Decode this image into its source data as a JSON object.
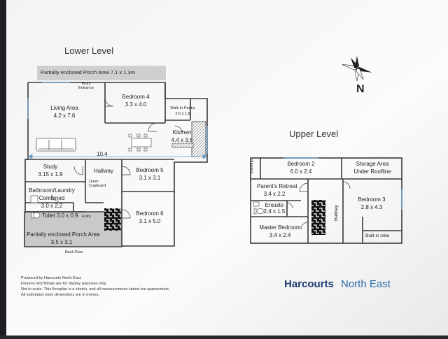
{
  "lower_level": {
    "title": "Lower Level",
    "porch_top": "Partially enclosed Porch Area 7.1 x 1.3m",
    "front_entrance": "Front\nEntrance",
    "rooms": {
      "living_name": "Living Area",
      "living_dims": "4.2 x 7.6",
      "bed4_name": "Bedroom 4",
      "bed4_dims": "3.3 x 4.0",
      "pantry_name": "Walk In Pantry",
      "pantry_dims": "2.6 x 1.8",
      "kitchen_name": "Kitchen",
      "kitchen_dims": "4.4 x 3.6",
      "study_name": "Study",
      "study_dims": "3.15 x 1.9",
      "hallway": "Hallway",
      "bed5_name": "Bedroom 5",
      "bed5_dims": "3.1 x 3.1",
      "bath_name": "Bathroom/Laundry",
      "bath_sub": "Combined",
      "bath_dims": "3.0 x 2.2",
      "linen": "Linen\nCupboard",
      "toilet": "Toilet 3.0 x 0.9",
      "entry": "Entry",
      "bed6_name": "Bedroom 6",
      "bed6_dims": "3.1 x 5.0",
      "porch_bottom_name": "Partially enclosed Porch Area",
      "porch_bottom_dims": "3.5 x 3.1",
      "back_door": "Back Door"
    },
    "width_label": "10.4"
  },
  "upper_level": {
    "title": "Upper Level",
    "rooms": {
      "shelving": "Shelving",
      "bed2_name": "Bedroom 2",
      "bed2_dims": "6.0 x 2.4",
      "storage_name": "Storage Area",
      "storage_sub": "Under Roofline",
      "retreat_name": "Parent's Retreat",
      "retreat_dims": "3.4 x 2.2",
      "ensuite_name": "Ensuite",
      "ensuite_dims": "2.4 x 1.5",
      "hallway": "Hallway",
      "bed3_name": "Bedroom 3",
      "bed3_dims": "2.8 x 4.3",
      "master_name": "Master Bedroom",
      "master_dims": "3.4 x 2.4",
      "robe": "Built in robe"
    }
  },
  "compass_label": "N",
  "disclaimer": [
    "Produced by Harcourts North East.",
    "Fixtures and fittings are for display purposes only.",
    "Not to scale. This floorplan is a sketch, and all measurements stated are approximate.",
    "All estimated room dimensions are in metres."
  ],
  "brand": {
    "name": "Harcourts",
    "region": "North East",
    "color": "#1a3b6e",
    "accent": "#2a6aa8"
  },
  "colors": {
    "porch_fill": "#c9c9c9",
    "wall": "#3a3a3a",
    "window": "#6fa0c8"
  }
}
